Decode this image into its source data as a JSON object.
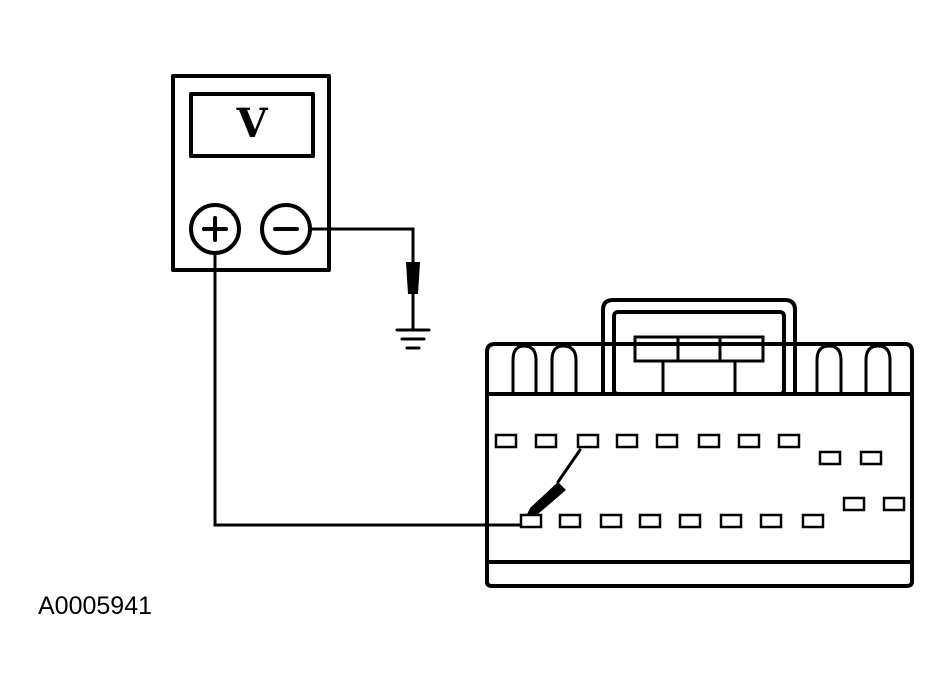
{
  "figure_id": "A0005941",
  "meter": {
    "display": "V",
    "positive_symbol": "+",
    "negative_symbol": "−"
  },
  "connector": {
    "top_row_pins": 8,
    "top_right_pins": 2,
    "bottom_row_pins": 8,
    "bottom_right_pins": 2,
    "probe_pin": "bottom-row-1"
  },
  "colors": {
    "line": "#000000",
    "background": "#ffffff"
  }
}
